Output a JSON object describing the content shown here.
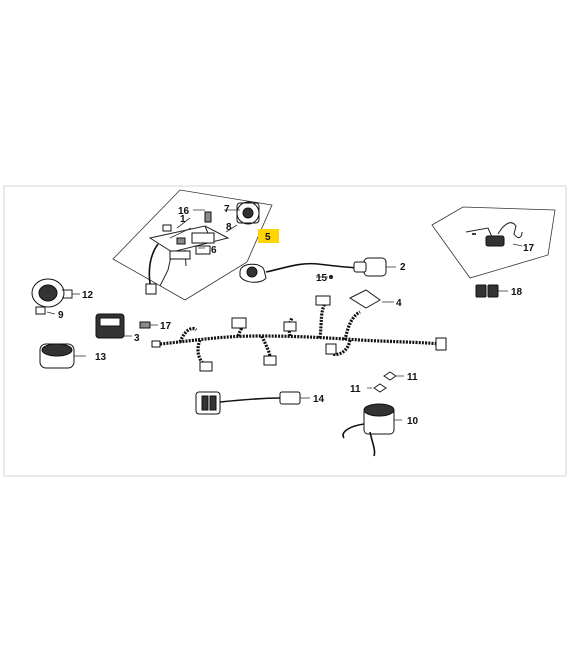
{
  "diagram": {
    "callouts": [
      {
        "id": "c16",
        "label": "16"
      },
      {
        "id": "c7",
        "label": "7"
      },
      {
        "id": "c1",
        "label": "1"
      },
      {
        "id": "c8",
        "label": "8"
      },
      {
        "id": "c5",
        "label": "5"
      },
      {
        "id": "c6",
        "label": "6"
      },
      {
        "id": "c2",
        "label": "2"
      },
      {
        "id": "c15",
        "label": "15"
      },
      {
        "id": "c17a",
        "label": "17"
      },
      {
        "id": "c12",
        "label": "12"
      },
      {
        "id": "c9",
        "label": "9"
      },
      {
        "id": "c4",
        "label": "4"
      },
      {
        "id": "c18",
        "label": "18"
      },
      {
        "id": "c17b",
        "label": "17"
      },
      {
        "id": "c3",
        "label": "3"
      },
      {
        "id": "c13",
        "label": "13"
      },
      {
        "id": "c11a",
        "label": "11"
      },
      {
        "id": "c11b",
        "label": "11"
      },
      {
        "id": "c14",
        "label": "14"
      },
      {
        "id": "c10",
        "label": "10"
      }
    ],
    "highlight_color": "#ffd400"
  }
}
